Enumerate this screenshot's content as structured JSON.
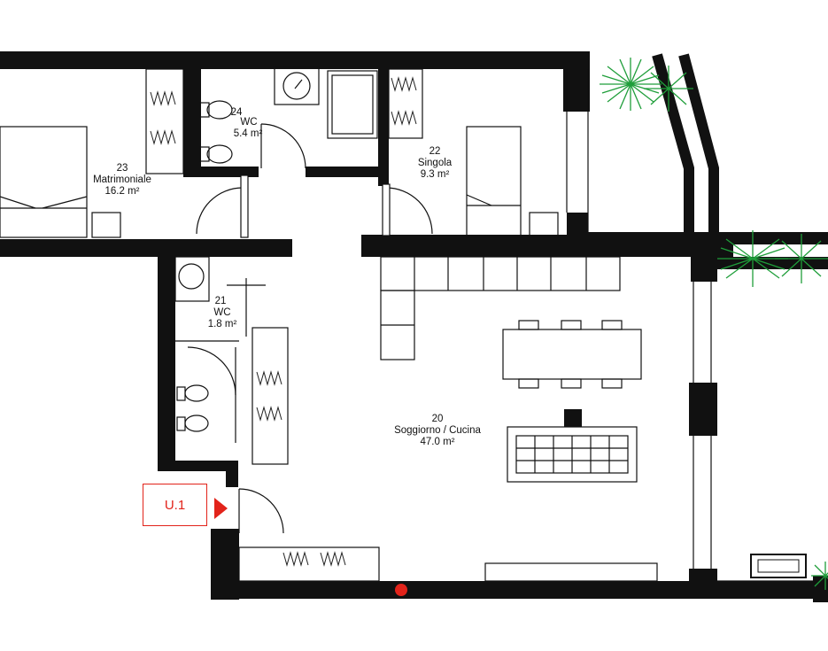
{
  "rooms": {
    "r24": {
      "number": "24",
      "name": "WC",
      "area": "5.4 m²"
    },
    "r23": {
      "number": "23",
      "name": "Matrimoniale",
      "area": "16.2 m²"
    },
    "r22": {
      "number": "22",
      "name": "Singola",
      "area": "9.3 m²"
    },
    "r21": {
      "number": "21",
      "name": "WC",
      "area": "1.8 m²"
    },
    "r20": {
      "number": "20",
      "name": "Soggiorno / Cucina",
      "area": "47.0 m²"
    }
  },
  "unit": {
    "label": "U.1"
  },
  "colors": {
    "wall": "#111111",
    "accent": "#e2231a",
    "plant": "#1f9e3a",
    "furniture": "#333333"
  }
}
